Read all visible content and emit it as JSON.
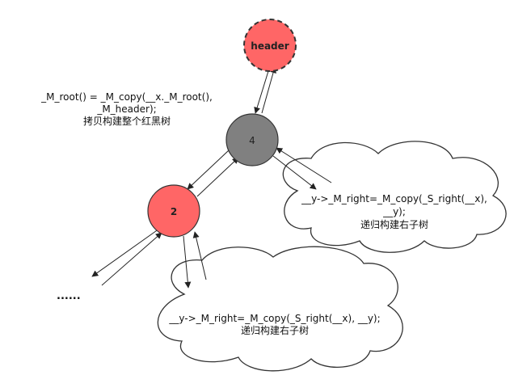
{
  "colors": {
    "red_node": "#ff6666",
    "gray_node": "#808080",
    "stroke": "#333333",
    "arrow": "#222222"
  },
  "nodes": {
    "header": {
      "label": "header"
    },
    "node4": {
      "label": "4"
    },
    "node2": {
      "label": "2"
    }
  },
  "annotations": {
    "root_copy": {
      "line1": "_M_root() = _M_copy(__x._M_root(),",
      "line2": "_M_header);",
      "line3": "拷贝构建整个红黑树"
    },
    "right_copy_top": {
      "line1": "__y->_M_right=_M_copy(_S_right(__x),",
      "line2": "__y);",
      "line3": "递归构建右子树"
    },
    "right_copy_bottom": {
      "line1": "__y->_M_right=_M_copy(_S_right(__x), __y);",
      "line2": "递归构建右子树"
    },
    "ellipsis": "......"
  }
}
